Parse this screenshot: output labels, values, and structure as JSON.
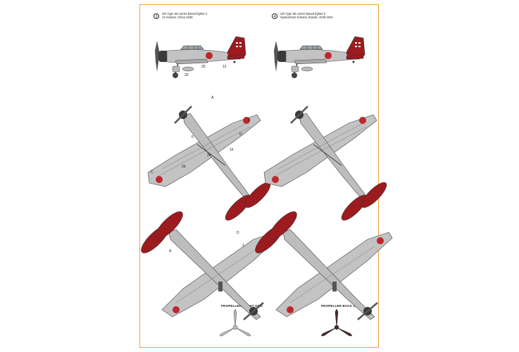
{
  "profile_left": {
    "number": "3",
    "line1": "IJN Type 96 carrier-based fighter II",
    "line2": "12 Kokutai, China 1938"
  },
  "profile_right": {
    "number": "4",
    "line1": "IJN Type 96 carrier-based fighter II",
    "line2": "Hyakurihara Kokutai, Ibaraki, 1940-1941"
  },
  "propeller_front_label": "PROPELLER FRONT SIDE",
  "propeller_back_label": "PROPELLER BACK SIDE",
  "callouts": {
    "a": "A",
    "b": "B",
    "c": "C",
    "d": "D",
    "n1": "1",
    "n6": "6",
    "n12": "12",
    "n16": "16",
    "n20": "20",
    "n24": "24",
    "n25": "25",
    "n26": "26"
  },
  "colors": {
    "frame": "#e8a33c",
    "aircraft_grey": "#c3c3c3",
    "tail_red": "#9b1b1f",
    "hinomaru_red": "#c0262b",
    "engine_black": "#333333"
  }
}
